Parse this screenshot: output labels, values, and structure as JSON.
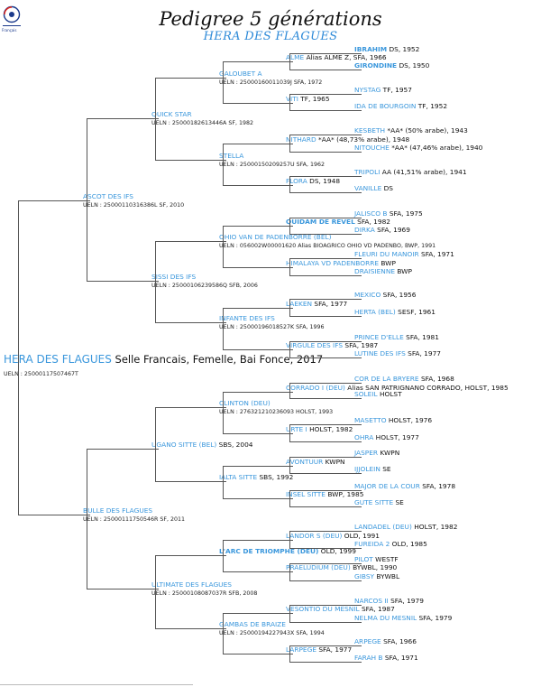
{
  "header": {
    "title": "Pedigree 5 générations",
    "horse_name": "HERA DES FLAGUES"
  },
  "logo": {
    "caption": "Français",
    "colors": [
      "#1b3a8c",
      "#e2231a"
    ]
  },
  "root": {
    "name": "HERA DES FLAGUES",
    "info": "Selle Francais, Femelle, Bai Fonce, 2017",
    "ueln": "UELN : 25000117507467T"
  },
  "gen1": [
    {
      "name": "ASCOT DES IFS",
      "ueln": "UELN : 25000110316386L SF, 2010"
    },
    {
      "name": "BULLE DES FLAGUES",
      "ueln": "UELN : 25000111750546R SF, 2011"
    }
  ],
  "gen2": [
    {
      "name": "QUICK STAR",
      "ueln": "UELN : 25000182613446A SF, 1982"
    },
    {
      "name": "SISSI DES IFS",
      "ueln": "UELN : 25000106239586Q SFB, 2006"
    },
    {
      "name": "UGANO SITTE (BEL)",
      "info": "SBS, 2004"
    },
    {
      "name": "ULTIMATE DES FLAGUES",
      "ueln": "UELN : 25000108087037R SFB, 2008"
    }
  ],
  "gen3": [
    {
      "name": "GALOUBET A",
      "ueln": "UELN : 25000160011039J SFA, 1972"
    },
    {
      "name": "STELLA",
      "ueln": "UELN : 25000150209257U SFA, 1962"
    },
    {
      "name": "OHIO VAN DE PADENBORRE (BEL)",
      "ueln": "UELN : 056002W00001620 Alias BIOAGRICO OHIO VD PADENBO, BWP, 1991"
    },
    {
      "name": "INFANTE DES IFS",
      "ueln": "UELN : 25000196018527K SFA, 1996"
    },
    {
      "name": "CLINTON (DEU)",
      "ueln": "UELN : 276321210236093 HOLST, 1993"
    },
    {
      "name": "IALTA SITTE",
      "info": "SBS, 1992"
    },
    {
      "name": "L'ARC DE TRIOMPHE (DEU)",
      "info": "OLD, 1999"
    },
    {
      "name": "GAMBAS DE BRAIZE",
      "ueln": "UELN : 25000194227943X SFA, 1994"
    }
  ],
  "gen4": [
    {
      "name": "ALME",
      "info": "Alias ALME Z, SFA, 1966"
    },
    {
      "name": "VITI",
      "info": "TF, 1965"
    },
    {
      "name": "NITHARD",
      "info": "*AA* (48,73% arabe), 1948"
    },
    {
      "name": "FLORA",
      "info": "DS, 1948"
    },
    {
      "name": "QUIDAM DE REVEL",
      "info": "SFA, 1982"
    },
    {
      "name": "HIMALAYA VD PADENBORRE",
      "info": "BWP"
    },
    {
      "name": "LAEKEN",
      "info": "SFA, 1977"
    },
    {
      "name": "VIRGULE DES IFS",
      "info": "SFA, 1987"
    },
    {
      "name": "CORRADO I (DEU)",
      "info": "Alias SAN PATRIGNANO CORRADO, HOLST, 1985"
    },
    {
      "name": "URTE I",
      "info": "HOLST, 1982"
    },
    {
      "name": "AVONTUUR",
      "info": "KWPN"
    },
    {
      "name": "INSEL SITTE",
      "info": "BWP, 1985"
    },
    {
      "name": "LANDOR S (DEU)",
      "info": "OLD, 1991"
    },
    {
      "name": "PRAELUDIUM (DEU)",
      "info": "BYWBL, 1990"
    },
    {
      "name": "VESONTIO DU MESNIL",
      "info": "SFA, 1987"
    },
    {
      "name": "LARPEGE",
      "info": "SFA, 1977"
    }
  ],
  "gen5": [
    {
      "name": "IBRAHIM",
      "info": "DS, 1952"
    },
    {
      "name": "GIRONDINE",
      "info": "DS, 1950"
    },
    {
      "name": "NYSTAG",
      "info": "TF, 1957"
    },
    {
      "name": "IDA DE BOURGOIN",
      "info": "TF, 1952"
    },
    {
      "name": "KESBETH",
      "info": "*AA* (50% arabe), 1943"
    },
    {
      "name": "NITOUCHE",
      "info": "*AA* (47,46% arabe), 1940"
    },
    {
      "name": "TRIPOLI",
      "info": "AA (41,51% arabe), 1941"
    },
    {
      "name": "VANILLE",
      "info": "DS"
    },
    {
      "name": "JALISCO B",
      "info": "SFA, 1975"
    },
    {
      "name": "DIRKA",
      "info": "SFA, 1969"
    },
    {
      "name": "FLEURI DU MANOIR",
      "info": "SFA, 1971"
    },
    {
      "name": "DRAISIENNE",
      "info": "BWP"
    },
    {
      "name": "MEXICO",
      "info": "SFA, 1956"
    },
    {
      "name": "HERTA (BEL)",
      "info": "SESF, 1961"
    },
    {
      "name": "PRINCE D'ELLE",
      "info": "SFA, 1981"
    },
    {
      "name": "LUTINE DES IFS",
      "info": "SFA, 1977"
    },
    {
      "name": "COR DE LA BRYERE",
      "info": "SFA, 1968"
    },
    {
      "name": "SOLEIL",
      "info": "HOLST"
    },
    {
      "name": "MASETTO",
      "info": "HOLST, 1976"
    },
    {
      "name": "OHRA",
      "info": "HOLST, 1977"
    },
    {
      "name": "JASPER",
      "info": "KWPN"
    },
    {
      "name": "IJJOLEIN",
      "info": "SE"
    },
    {
      "name": "MAJOR DE LA COUR",
      "info": "SFA, 1978"
    },
    {
      "name": "GUTE SITTE",
      "info": "SE"
    },
    {
      "name": "LANDADEL (DEU)",
      "info": "HOLST, 1982"
    },
    {
      "name": "FUREIDA 2",
      "info": "OLD, 1985"
    },
    {
      "name": "PILOT",
      "info": "WESTF"
    },
    {
      "name": "GIBSY",
      "info": "BYWBL"
    },
    {
      "name": "NARCOS II",
      "info": "SFA, 1979"
    },
    {
      "name": "NELMA DU MESNIL",
      "info": "SFA, 1979"
    },
    {
      "name": "ARPEGE",
      "info": "SFA, 1966"
    },
    {
      "name": "FARAH B",
      "info": "SFA, 1971"
    }
  ]
}
